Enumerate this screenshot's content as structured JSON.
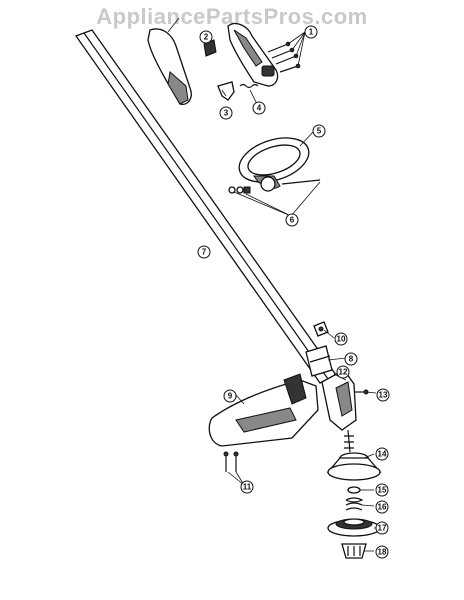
{
  "watermark": "AppliancePartsPros.com",
  "callouts": [
    "1",
    "2",
    "3",
    "4",
    "5",
    "6",
    "7",
    "8",
    "9",
    "10",
    "11",
    "12",
    "13",
    "14",
    "15",
    "16",
    "17",
    "18"
  ]
}
